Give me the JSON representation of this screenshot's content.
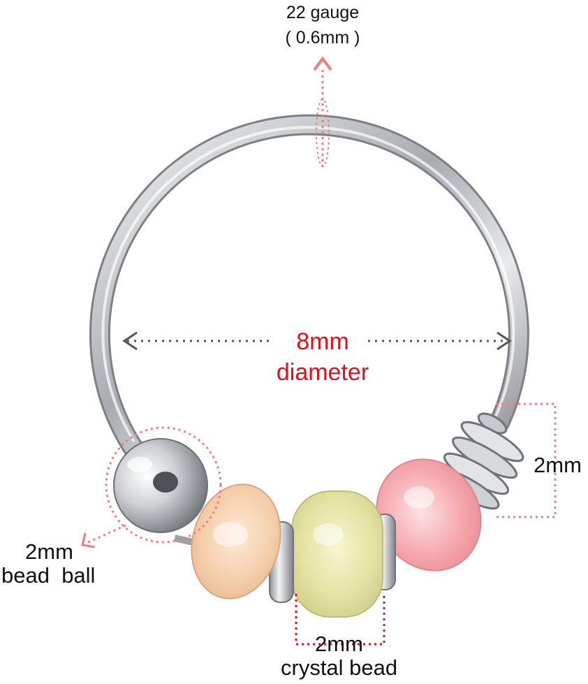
{
  "annotations": {
    "gauge": {
      "line1": "22 gauge",
      "line2": "( 0.6mm )"
    },
    "diameter": {
      "value": "8mm",
      "label": "diameter"
    },
    "bead_height": "2mm",
    "ball": {
      "size": "2mm",
      "label": "bead  ball"
    },
    "crystal": {
      "size": "2mm",
      "label": "crystal bead"
    }
  },
  "colors": {
    "accent_red": "#e0101a",
    "guide_pink": "#f07b80",
    "arrow_gray": "#555555",
    "bead_peach": "#f4cfae",
    "bead_yellow": "#e4e3a3",
    "bead_pink": "#f5a3aa",
    "metal": "#c9ccd0"
  },
  "objects": [
    "silver-hoop-ring",
    "steel-ball",
    "peach-crystal-bead",
    "yellow-crystal-bead",
    "pink-crystal-bead",
    "spacer-rings",
    "coil-spacer"
  ]
}
